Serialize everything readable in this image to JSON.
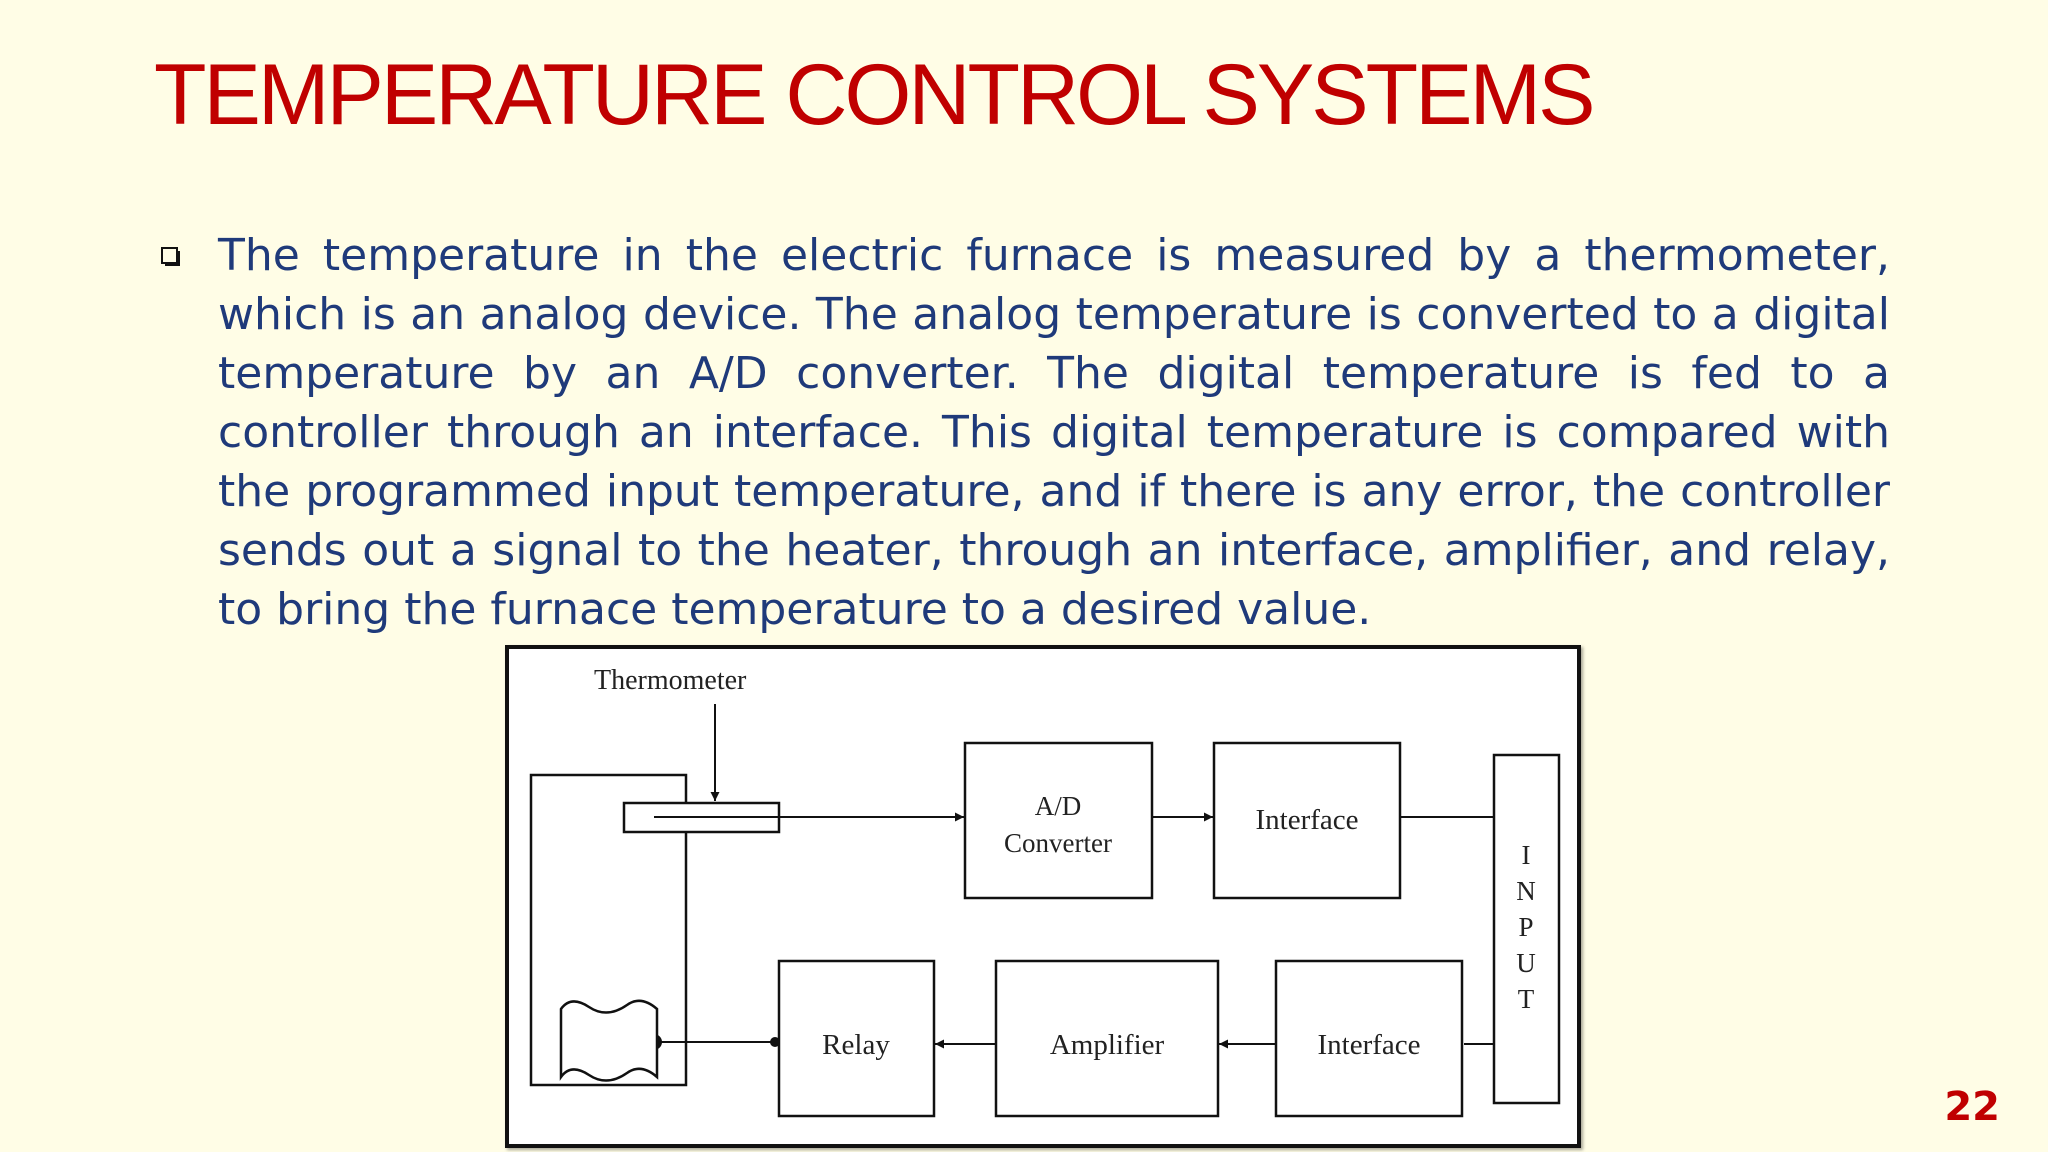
{
  "slide": {
    "title": "TEMPERATURE CONTROL SYSTEMS",
    "body": "The temperature in the electric furnace is measured by a thermometer, which is an analog device. The analog temperature is converted to a digital temperature by an A/D converter. The digital temperature is fed to a controller through an interface. This digital temperature is compared with the programmed input temperature, and if there is any error, the controller sends out a signal to the heater, through an interface, amplifier, and relay, to bring the furnace temperature to a desired value.",
    "bullet_icon": "hollow-square-bullet-icon",
    "page_number": "22"
  },
  "diagram": {
    "thermometer": "Thermometer",
    "ad_converter_line1": "A/D",
    "ad_converter_line2": "Converter",
    "interface_top": "Interface",
    "interface_bottom": "Interface",
    "amplifier": "Amplifier",
    "relay": "Relay",
    "input_letters": [
      "I",
      "N",
      "P",
      "U",
      "T"
    ]
  },
  "colors": {
    "background": "#fffde6",
    "title": "#c00000",
    "body_text": "#1f3a7a",
    "page_number": "#c00000"
  }
}
